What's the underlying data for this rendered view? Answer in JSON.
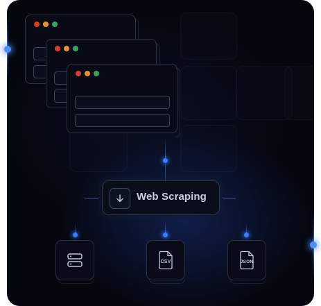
{
  "diagram": {
    "center_node": {
      "label": "Web Scraping",
      "icon": "download-arrow-icon"
    },
    "windows": [
      {
        "name": "browser-window-1",
        "controls": [
          "red",
          "yellow",
          "green"
        ]
      },
      {
        "name": "browser-window-2",
        "controls": [
          "red",
          "yellow",
          "green"
        ]
      },
      {
        "name": "browser-window-3",
        "controls": [
          "red",
          "yellow",
          "green"
        ]
      }
    ],
    "outputs": [
      {
        "name": "database",
        "icon": "database-server-icon",
        "label": ""
      },
      {
        "name": "csv",
        "icon": "csv-file-icon",
        "label": "CSV"
      },
      {
        "name": "json",
        "icon": "json-file-icon",
        "label": "JSON"
      }
    ]
  },
  "colors": {
    "background": "#05070f",
    "accent": "#3b7cff",
    "text": "#c9cfdc",
    "window_red": "#dd3b2c",
    "window_yellow": "#e8912e",
    "window_green": "#33a65a"
  }
}
